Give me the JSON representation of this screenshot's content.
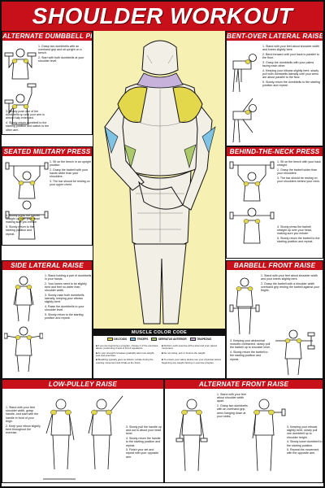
{
  "title": "SHOULDER WORKOUT",
  "colors": {
    "accent_red": "#c8101a",
    "yellow_bg": "#f6f1b3",
    "deltoids": "#e3d84b",
    "triceps": "#7ec3e4",
    "serratus": "#a9c96a",
    "trapezius": "#c6b2db"
  },
  "panels": {
    "alternate_dumbbell_press": {
      "title": "ALTERNATE DUMBBELL PRESS",
      "steps": [
        "1. Grasp two dumbbells with an overhand grip and sit upright on a bench.",
        "2. Start with both dumbbells at your shoulder level.",
        "3. Slowly push one of the dumbbells up until your arm is almost fully extended.",
        "4. Slowly return dumbbell to the starting position and switch to the other arm."
      ]
    },
    "seated_military_press": {
      "title": "SEATED MILITARY PRESS",
      "steps": [
        "1. Sit on the bench in an upright position.",
        "2. Grasp the barbell with your hands wider than your shoulders.",
        "3. The bar should be resting on your upper chest.",
        "4. Slowly press the barbell straight up over your head making sure you exhale.",
        "5. Slowly return to the starting position and repeat."
      ]
    },
    "side_lateral_raise": {
      "title": "SIDE LATERAL RAISE",
      "steps": [
        "1. Stand holding a pair of dumbbells in your hands.",
        "2. Your knees need to be slightly bent and feet no wider than shoulder width.",
        "3. Slowly raise both dumbbells laterally, keeping your elbows slightly bent.",
        "4. Raise the dumbbells to your shoulder level.",
        "5. Slowly return to the starting position and repeat."
      ]
    },
    "low_pulley_raise": {
      "title": "LOW-PULLEY RAISE",
      "steps": [
        "1. Stand with your feet shoulder width, grasp handle, and start with the handle in front of your thigh.",
        "2. Keep your elbow slightly bent throughout the exercise.",
        "3. Slowly pull the handle up and out to about your head level.",
        "4. Slowly return the handle to the starting position and repeat.",
        "5. Finish your set and repeat with your opposite arm."
      ]
    },
    "bent_over_lateral_raise": {
      "title": "BENT-OVER LATERAL RAISE",
      "steps": [
        "1. Stand with your feet about shoulder width and knees slightly bent.",
        "2. Bend forward until your back is parallel to the floor.",
        "3. Grasp the dumbbells with your palms facing each other.",
        "4. Keeping your elbows slightly bent, slowly pull both dumbbells laterally until your arms are about parallel to the floor.",
        "5. Slowly return the dumbbells to the starting position and repeat."
      ]
    },
    "behind_the_neck_press": {
      "title": "BEHIND-THE-NECK PRESS",
      "steps": [
        "1. Sit on the bench with your back straight.",
        "2. Grasp the barbell wider than your shoulders.",
        "3. The bar should be resting on your shoulders behind your neck.",
        "4. Slowly press the barbell straight up over your head, making sure you exhale.",
        "5. Slowly return the barbell to the starting position and repeat."
      ]
    },
    "barbell_front_raise": {
      "title": "BARBELL FRONT RAISE",
      "steps": [
        "1. Stand with your feet about shoulder width and your knees slightly bent.",
        "2. Grasp the barbell with a shoulder width overhand grip resting the barbell against your thighs.",
        "3. Keeping your abdominal muscles contracted, slowly pull the barbell up to shoulder level.",
        "4. Slowly return the barbell to the starting position and repeat."
      ]
    },
    "alternate_front_raise": {
      "title": "ALTERNATE FRONT RAISE",
      "steps": [
        "1. Stand with your feet about shoulder width apart.",
        "2. Grasp two dumbbells with an overhand grip, arms hanging down at your sides.",
        "3. Keeping your elbows slightly bent, slowly pull one dumbbell up to shoulder height.",
        "4. Slowly lower dumbbell to the starting position.",
        "5. Repeat the movement with the opposite arm."
      ]
    }
  },
  "muscle_code": {
    "title": "MUSCLE COLOR CODE",
    "legend": [
      {
        "label": "DELTOIDS",
        "color": "#e3d84b"
      },
      {
        "label": "TRICEPS",
        "color": "#7ec3e4"
      },
      {
        "label": "SERRATUS ANTERIOR",
        "color": "#a9c96a"
      },
      {
        "label": "TRAPEZIUS",
        "color": "#c6b2db"
      }
    ],
    "tips": [
      "If you are beginning a program, choose 2 of the exercises above, performing 3 sets of 10-12 repetitions.",
      "As your strength increases gradually add more weight, sets and exercises.",
      "Breathing typically goes as follows: exhale during the exerting movement and inhale at the finish.",
      "Perform each exercise with a slow and even paced movement.",
      "Do not swing, jerk or bounce the weight.",
      "To ensure your safety please see your physician before beginning any weight training or exercise program."
    ]
  }
}
